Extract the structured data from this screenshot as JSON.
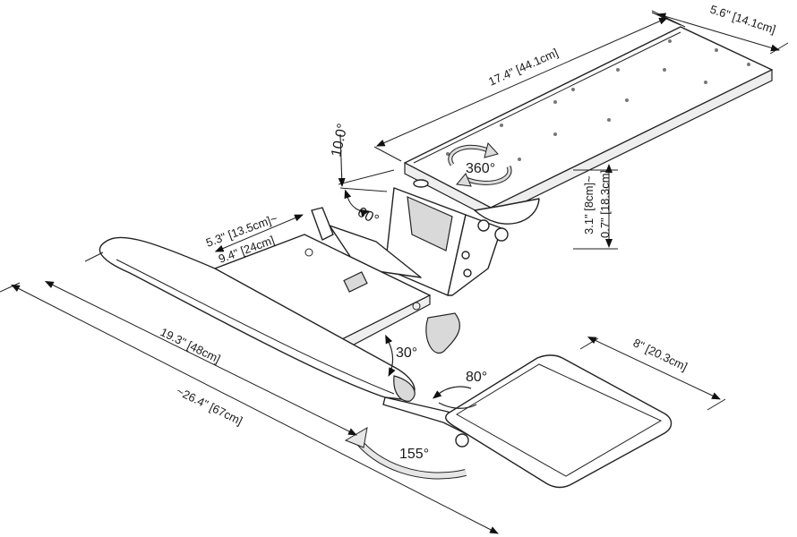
{
  "dimensions": {
    "platform_width": "5.6\" [14.1cm]",
    "platform_length": "17.4\" [44.1cm]",
    "height_adjust_top": "3.1\" [8cm]~",
    "height_adjust_bottom": "0.7\" [18.3cm]",
    "keyboard_depth_top": "5.3\" [13.5cm]~",
    "keyboard_depth_bottom": "9.4\" [24cm]",
    "keyboard_width": "19.3\" [48cm]",
    "overall_width": "~26.4\" [67cm]",
    "mouse_pad_width": "8\" [20.3cm]"
  },
  "angles": {
    "tilt": "10.0°",
    "tilt_range": "60°",
    "swivel": "360°",
    "keyboard_tilt": "30°",
    "mouse_rotation": "80°",
    "arm_rotation": "155°"
  },
  "colors": {
    "line": "#222222",
    "arrow_fill": "#dcdcdc"
  }
}
